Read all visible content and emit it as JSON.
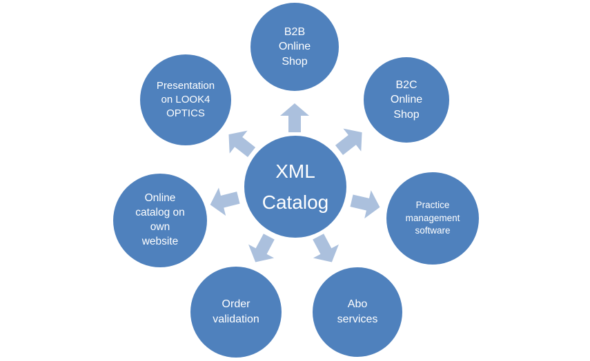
{
  "colors": {
    "node_fill": "#4f81bd",
    "arrow_fill": "#abc0dd",
    "label_color": "#ffffff",
    "background": "#ffffff"
  },
  "diagram": {
    "center": {
      "label": "XML\nCatalog"
    },
    "nodes": {
      "top": {
        "label": "B2B\nOnline\nShop"
      },
      "top_right": {
        "label": "B2C\nOnline\nShop"
      },
      "right": {
        "label": "Practice\nmanagement\nsoftware"
      },
      "bottom_right": {
        "label": "Abo\nservices"
      },
      "bottom_left": {
        "label": "Order\nvalidation"
      },
      "left": {
        "label": "Online\ncatalog on\nown\nwebsite"
      },
      "top_left": {
        "label": "Presentation\non LOOK4\nOPTICS"
      }
    },
    "arrows": {
      "directions": [
        "up",
        "up-right",
        "right",
        "down-right",
        "down-left",
        "left",
        "up-left"
      ]
    }
  }
}
